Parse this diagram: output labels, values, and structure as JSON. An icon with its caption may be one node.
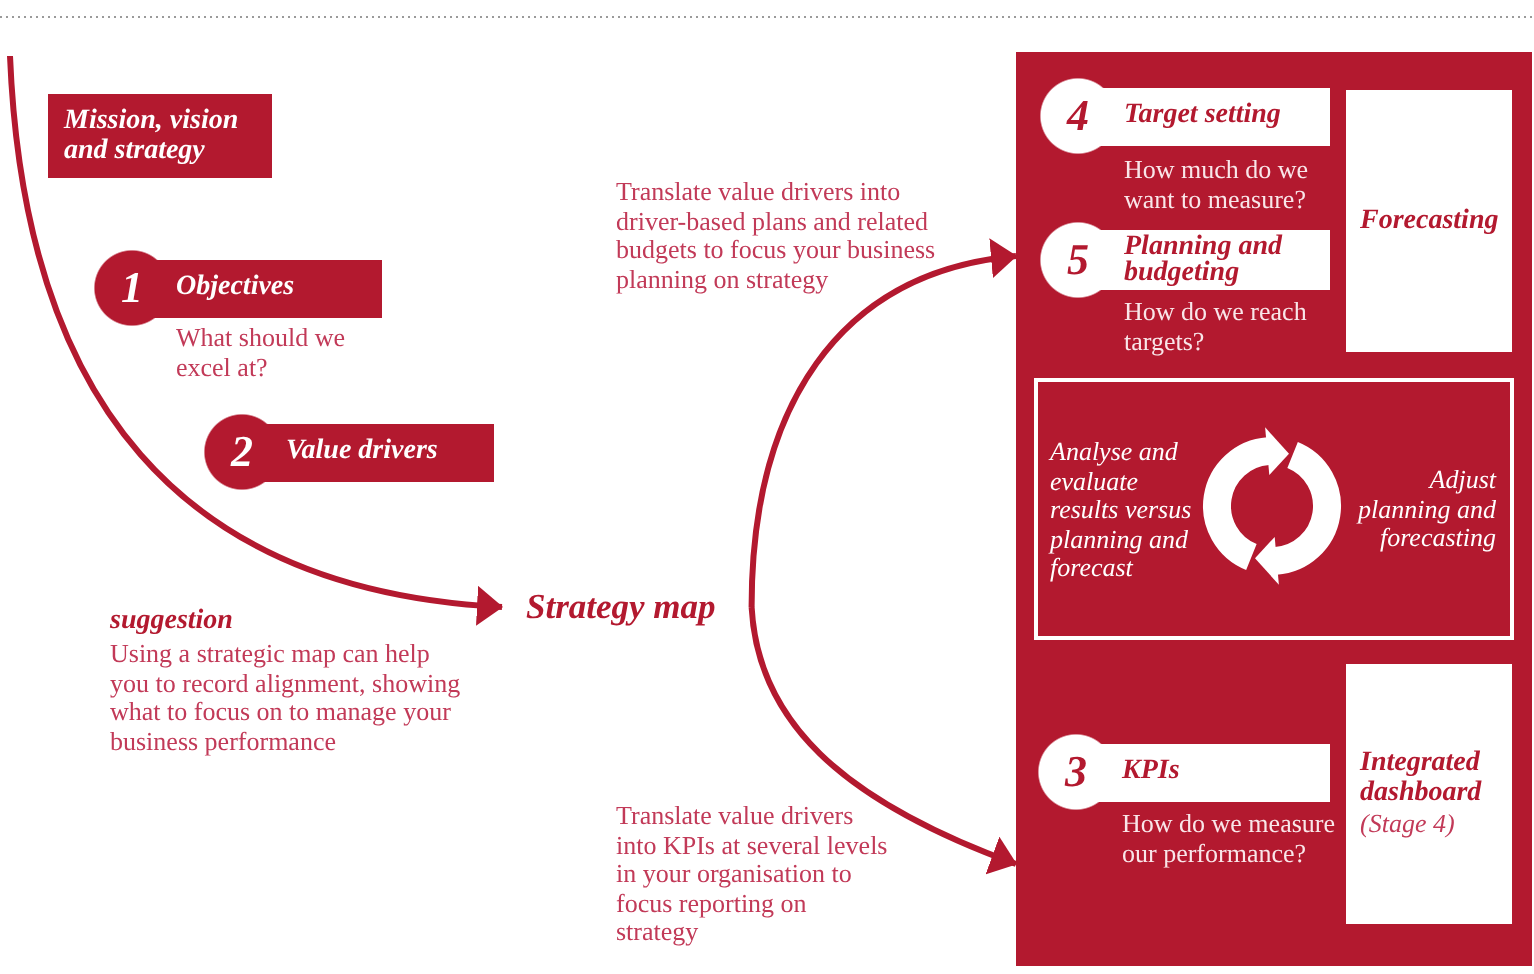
{
  "diagram": {
    "nodes": [
      {
        "text": [
          "Mission, vision and strategy"
        ]
      },
      {
        "text": [
          "1",
          "Objectives"
        ],
        "beside": [
          "What should we excel at?"
        ]
      },
      {
        "text": [
          "2",
          "Value drivers"
        ]
      },
      {
        "text": [
          "Strategy map"
        ]
      },
      {
        "text": [],
        "shape": "box"
      },
      {
        "text": [
          "4",
          "Target setting"
        ],
        "beside": [
          "How much do we want to measure?"
        ],
        "in": 4
      },
      {
        "text": [
          "5",
          "Planning and budgeting"
        ],
        "beside": [
          "How do we reach targets?"
        ],
        "in": 4
      },
      {
        "text": [
          "Forecasting"
        ],
        "in": 4
      },
      {
        "text": [
          "Analyse and evaluate results versus planning and forecast",
          "Adjust planning and forecasting"
        ],
        "in": 4
      },
      {
        "text": [
          "3",
          "KPIs"
        ],
        "beside": [
          "How do we measure our performance?"
        ],
        "in": 4
      },
      {
        "text": [
          "Integrated dashboard",
          "(Stage 4)"
        ],
        "in": 4
      }
    ],
    "edges": [
      {
        "from": null,
        "to": 3,
        "arrow": "to"
      },
      {
        "from": 3,
        "to": 4,
        "arrow": "to",
        "label": "Translate value drivers into driver-based plans and related budgets to focus your business planning on strategy"
      },
      {
        "from": 3,
        "to": 4,
        "arrow": "to",
        "label": "Translate value drivers into KPIs at several levels in your organisation to focus reporting on strategy"
      }
    ],
    "labels": [
      "suggestion",
      "Using a strategic map can help you to record alignment, showing what to focus on to manage your business performance"
    ]
  }
}
